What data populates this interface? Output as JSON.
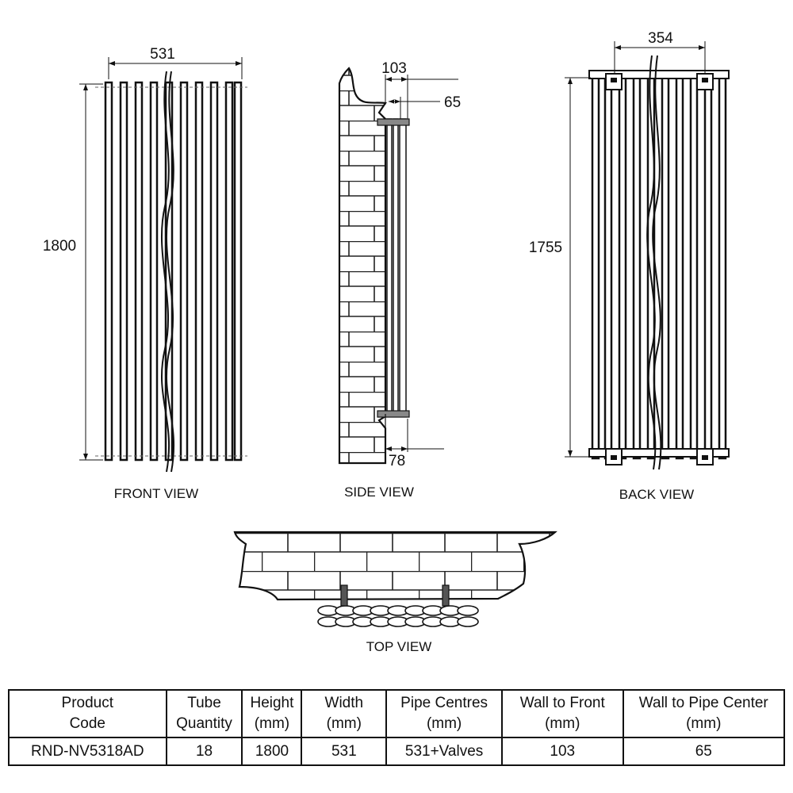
{
  "views": {
    "front": {
      "caption": "FRONT VIEW",
      "width_label": "531",
      "height_label": "1800"
    },
    "side": {
      "caption": "SIDE VIEW",
      "depth_label": "103",
      "pipe_label": "65",
      "bottom_label": "78"
    },
    "back": {
      "caption": "BACK VIEW",
      "bracket_label": "354",
      "height_label": "1755"
    },
    "top": {
      "caption": "TOP VIEW"
    }
  },
  "spec_table": {
    "headers": [
      {
        "l1": "Product",
        "l2": "Code"
      },
      {
        "l1": "Tube",
        "l2": "Quantity"
      },
      {
        "l1": "Height",
        "l2": "(mm)"
      },
      {
        "l1": "Width",
        "l2": "(mm)"
      },
      {
        "l1": "Pipe Centres",
        "l2": "(mm)"
      },
      {
        "l1": "Wall to Front",
        "l2": "(mm)"
      },
      {
        "l1": "Wall to Pipe Center",
        "l2": "(mm)"
      }
    ],
    "row": [
      "RND-NV5318AD",
      "18",
      "1800",
      "531",
      "531+Valves",
      "103",
      "65"
    ]
  }
}
